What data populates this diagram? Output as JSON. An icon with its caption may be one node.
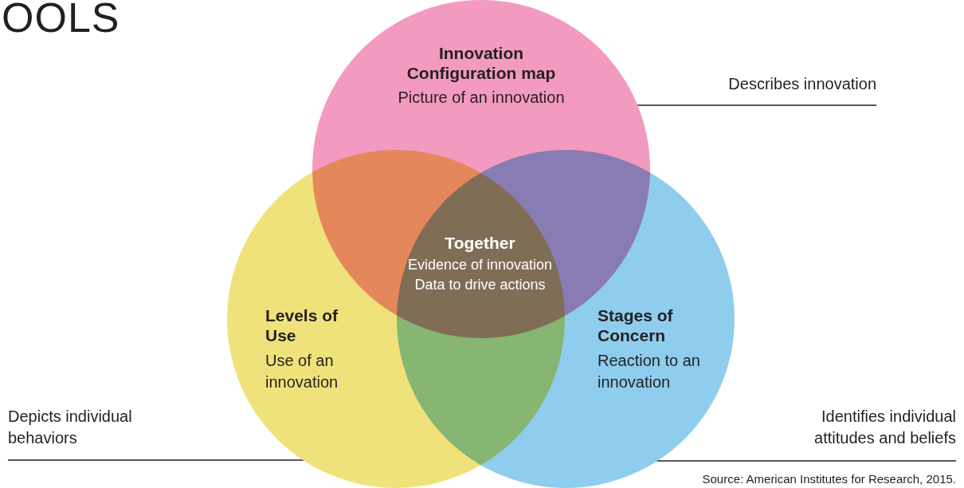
{
  "diagram": {
    "title": "OOLS",
    "nodes": [
      {
        "text": [
          "Innovation Configuration map",
          "Picture of an innovation"
        ]
      },
      {
        "text": [
          "Levels of Use",
          "Use of an innovation"
        ]
      },
      {
        "text": [
          "Stages of Concern",
          "Reaction to an innovation"
        ]
      },
      {
        "text": [
          "Together",
          "Evidence of innovation",
          "Data to drive actions"
        ]
      }
    ],
    "edges": [],
    "labels": [
      "Describes innovation",
      "Depicts individual behaviors",
      "Identifies individual attitudes and beliefs"
    ],
    "caption": "Source: American Institutes for Research, 2015."
  }
}
